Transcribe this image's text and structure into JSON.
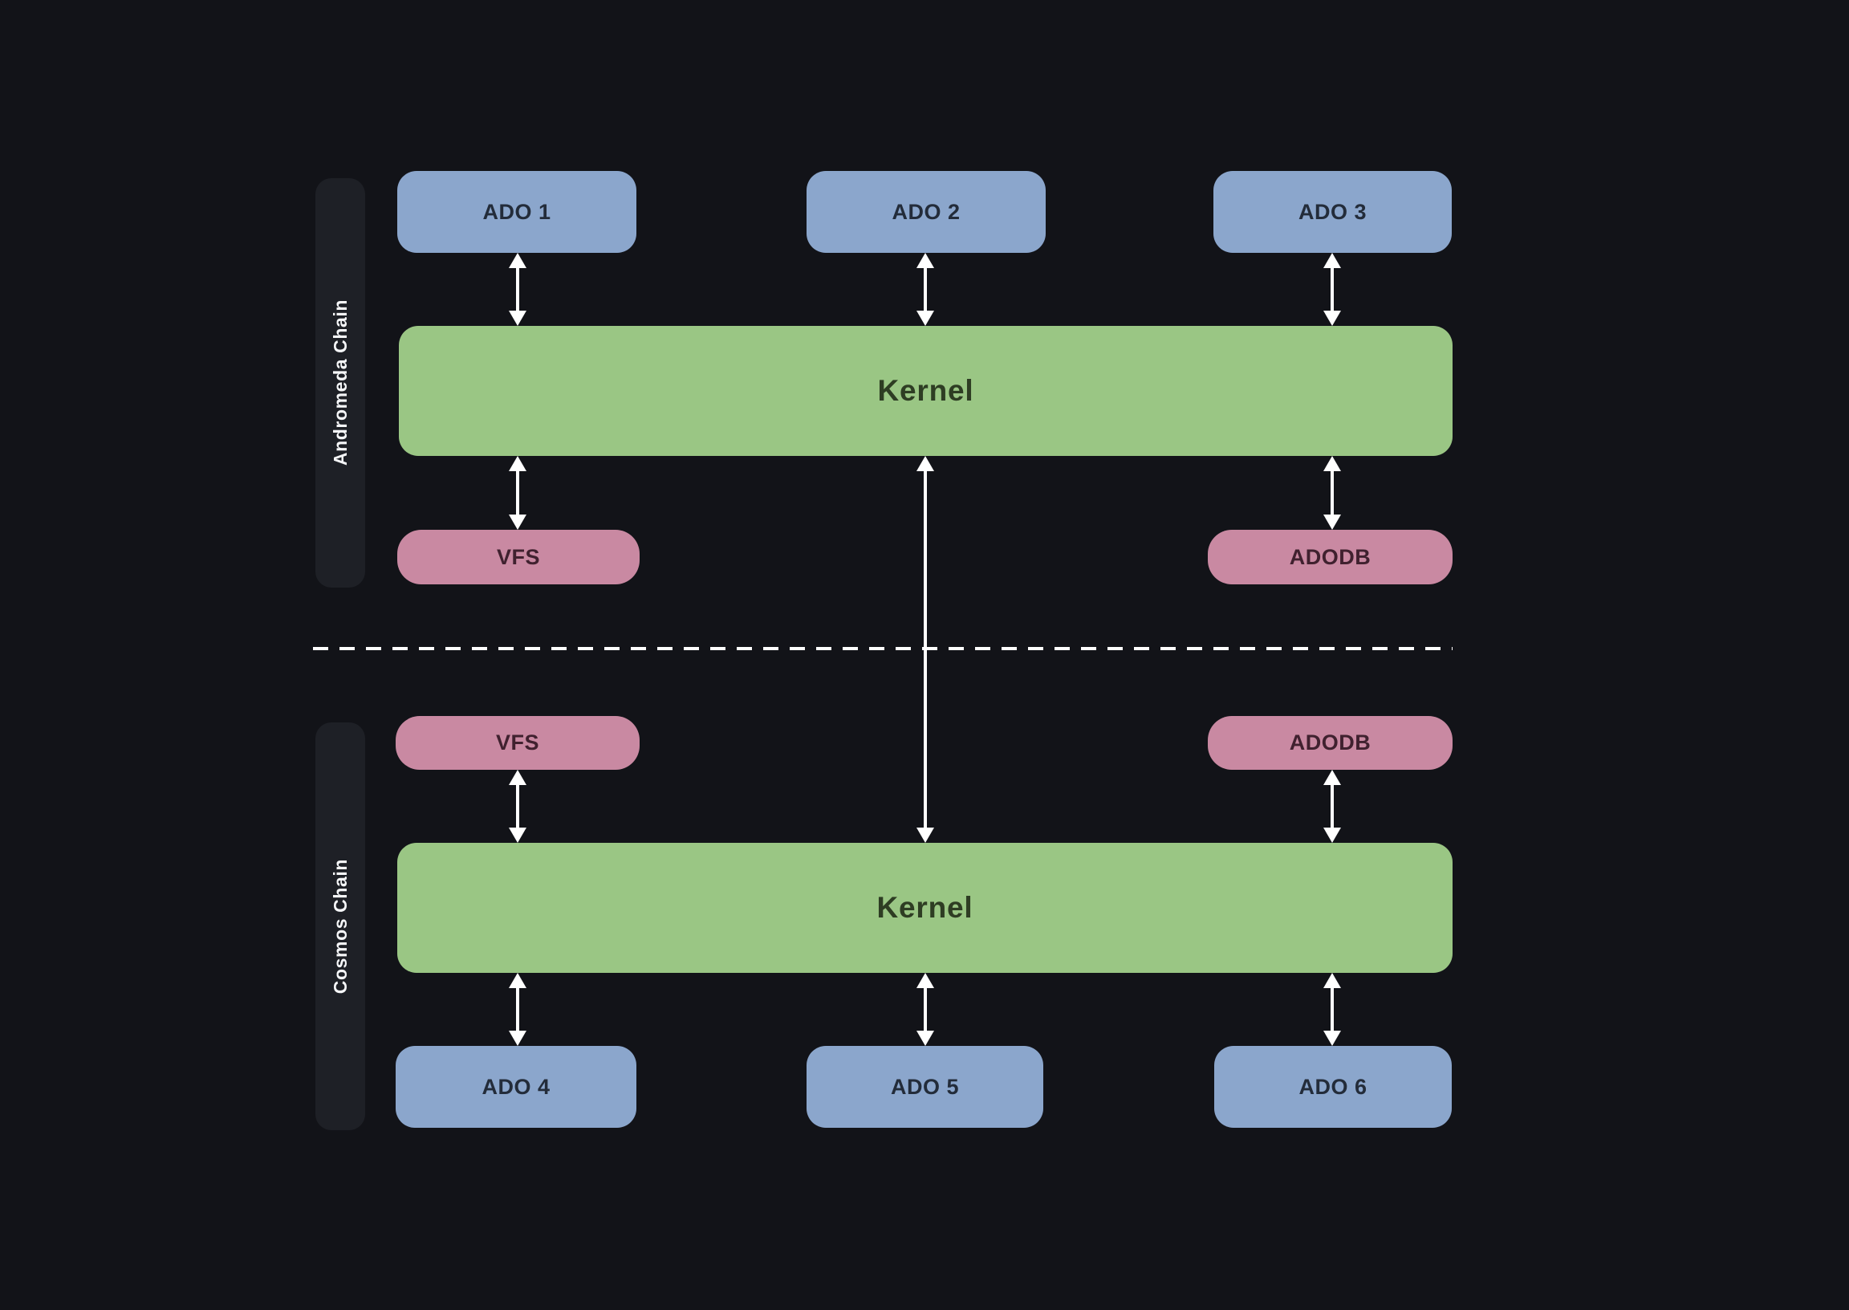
{
  "colors": {
    "background": "#121318",
    "panel": "#1E2026",
    "panel_text": "#F5F6F8",
    "blue": "#8BA6CC",
    "blue_text": "#232C3A",
    "green": "#9AC684",
    "green_text": "#2E3D23",
    "pink": "#C989A2",
    "pink_text": "#40212F",
    "line": "#FFFFFF"
  },
  "andromeda": {
    "label": "Andromeda Chain",
    "ados": [
      "ADO 1",
      "ADO 2",
      "ADO 3"
    ],
    "kernel": "Kernel",
    "vfs": "VFS",
    "adodb": "ADODB"
  },
  "cosmos": {
    "label": "Cosmos Chain",
    "vfs": "VFS",
    "adodb": "ADODB",
    "kernel": "Kernel",
    "ados": [
      "ADO 4",
      "ADO 5",
      "ADO 6"
    ]
  }
}
